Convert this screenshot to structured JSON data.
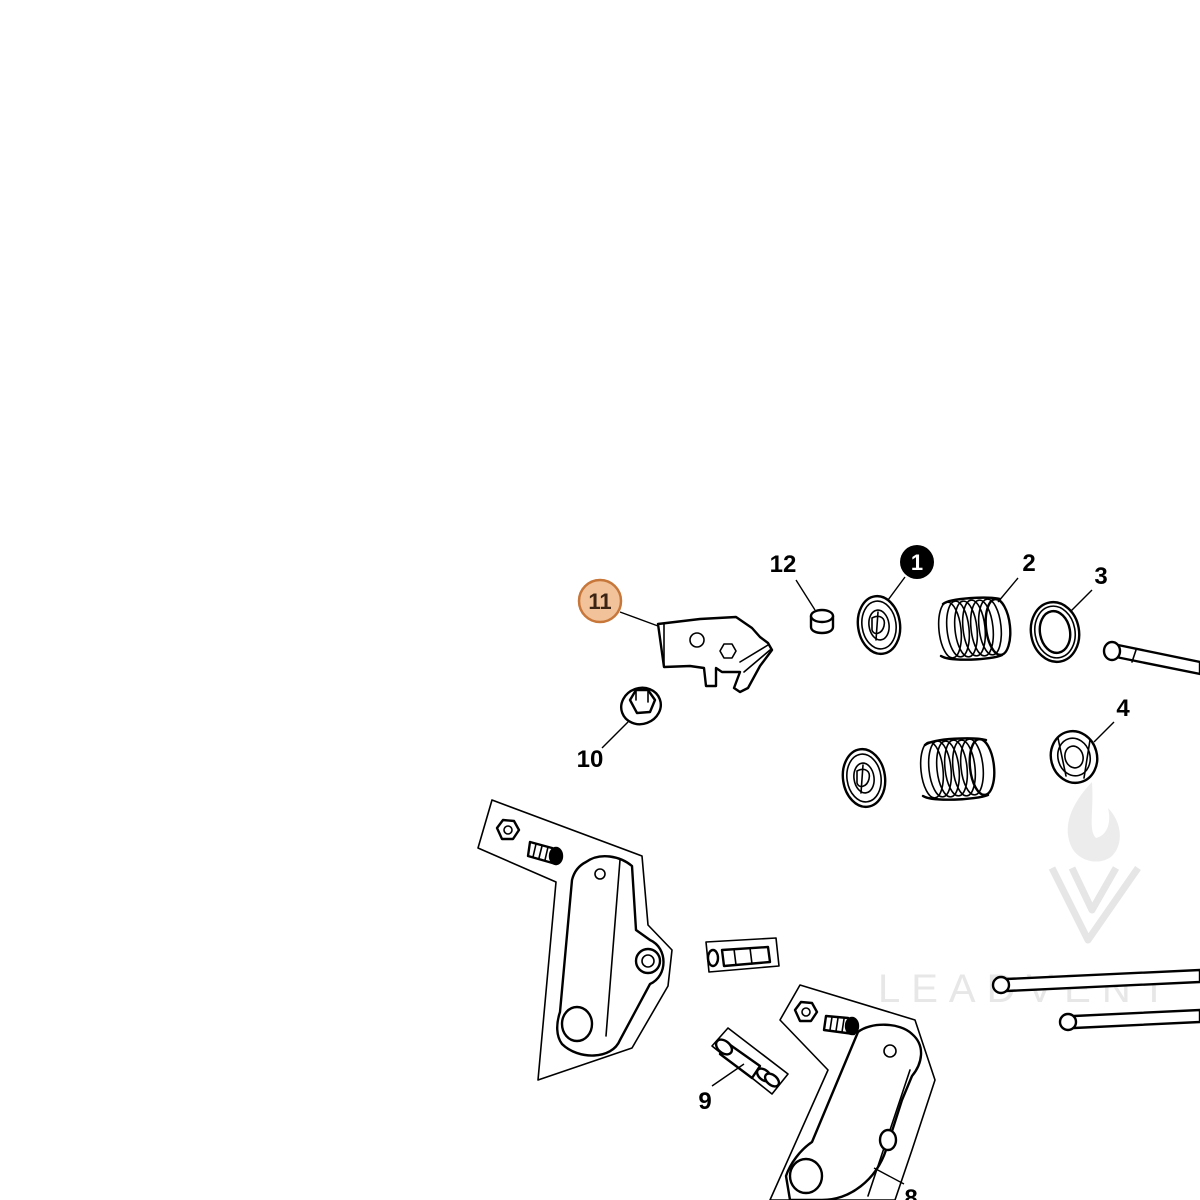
{
  "callouts": {
    "c1": "1",
    "c2": "2",
    "c3": "3",
    "c4": "4",
    "c8": "8",
    "c9": "9",
    "c10": "10",
    "c11": "11",
    "c12": "12"
  },
  "watermark": {
    "text": "LEADVENT",
    "icon": "flame-v-logo-icon"
  },
  "colors": {
    "background": "#ffffff",
    "line": "#000000",
    "highlight_fill": "#f2c39a",
    "highlight_stroke": "#c8773a",
    "badge_fill": "#000000",
    "watermark": "#e7e7e7"
  }
}
